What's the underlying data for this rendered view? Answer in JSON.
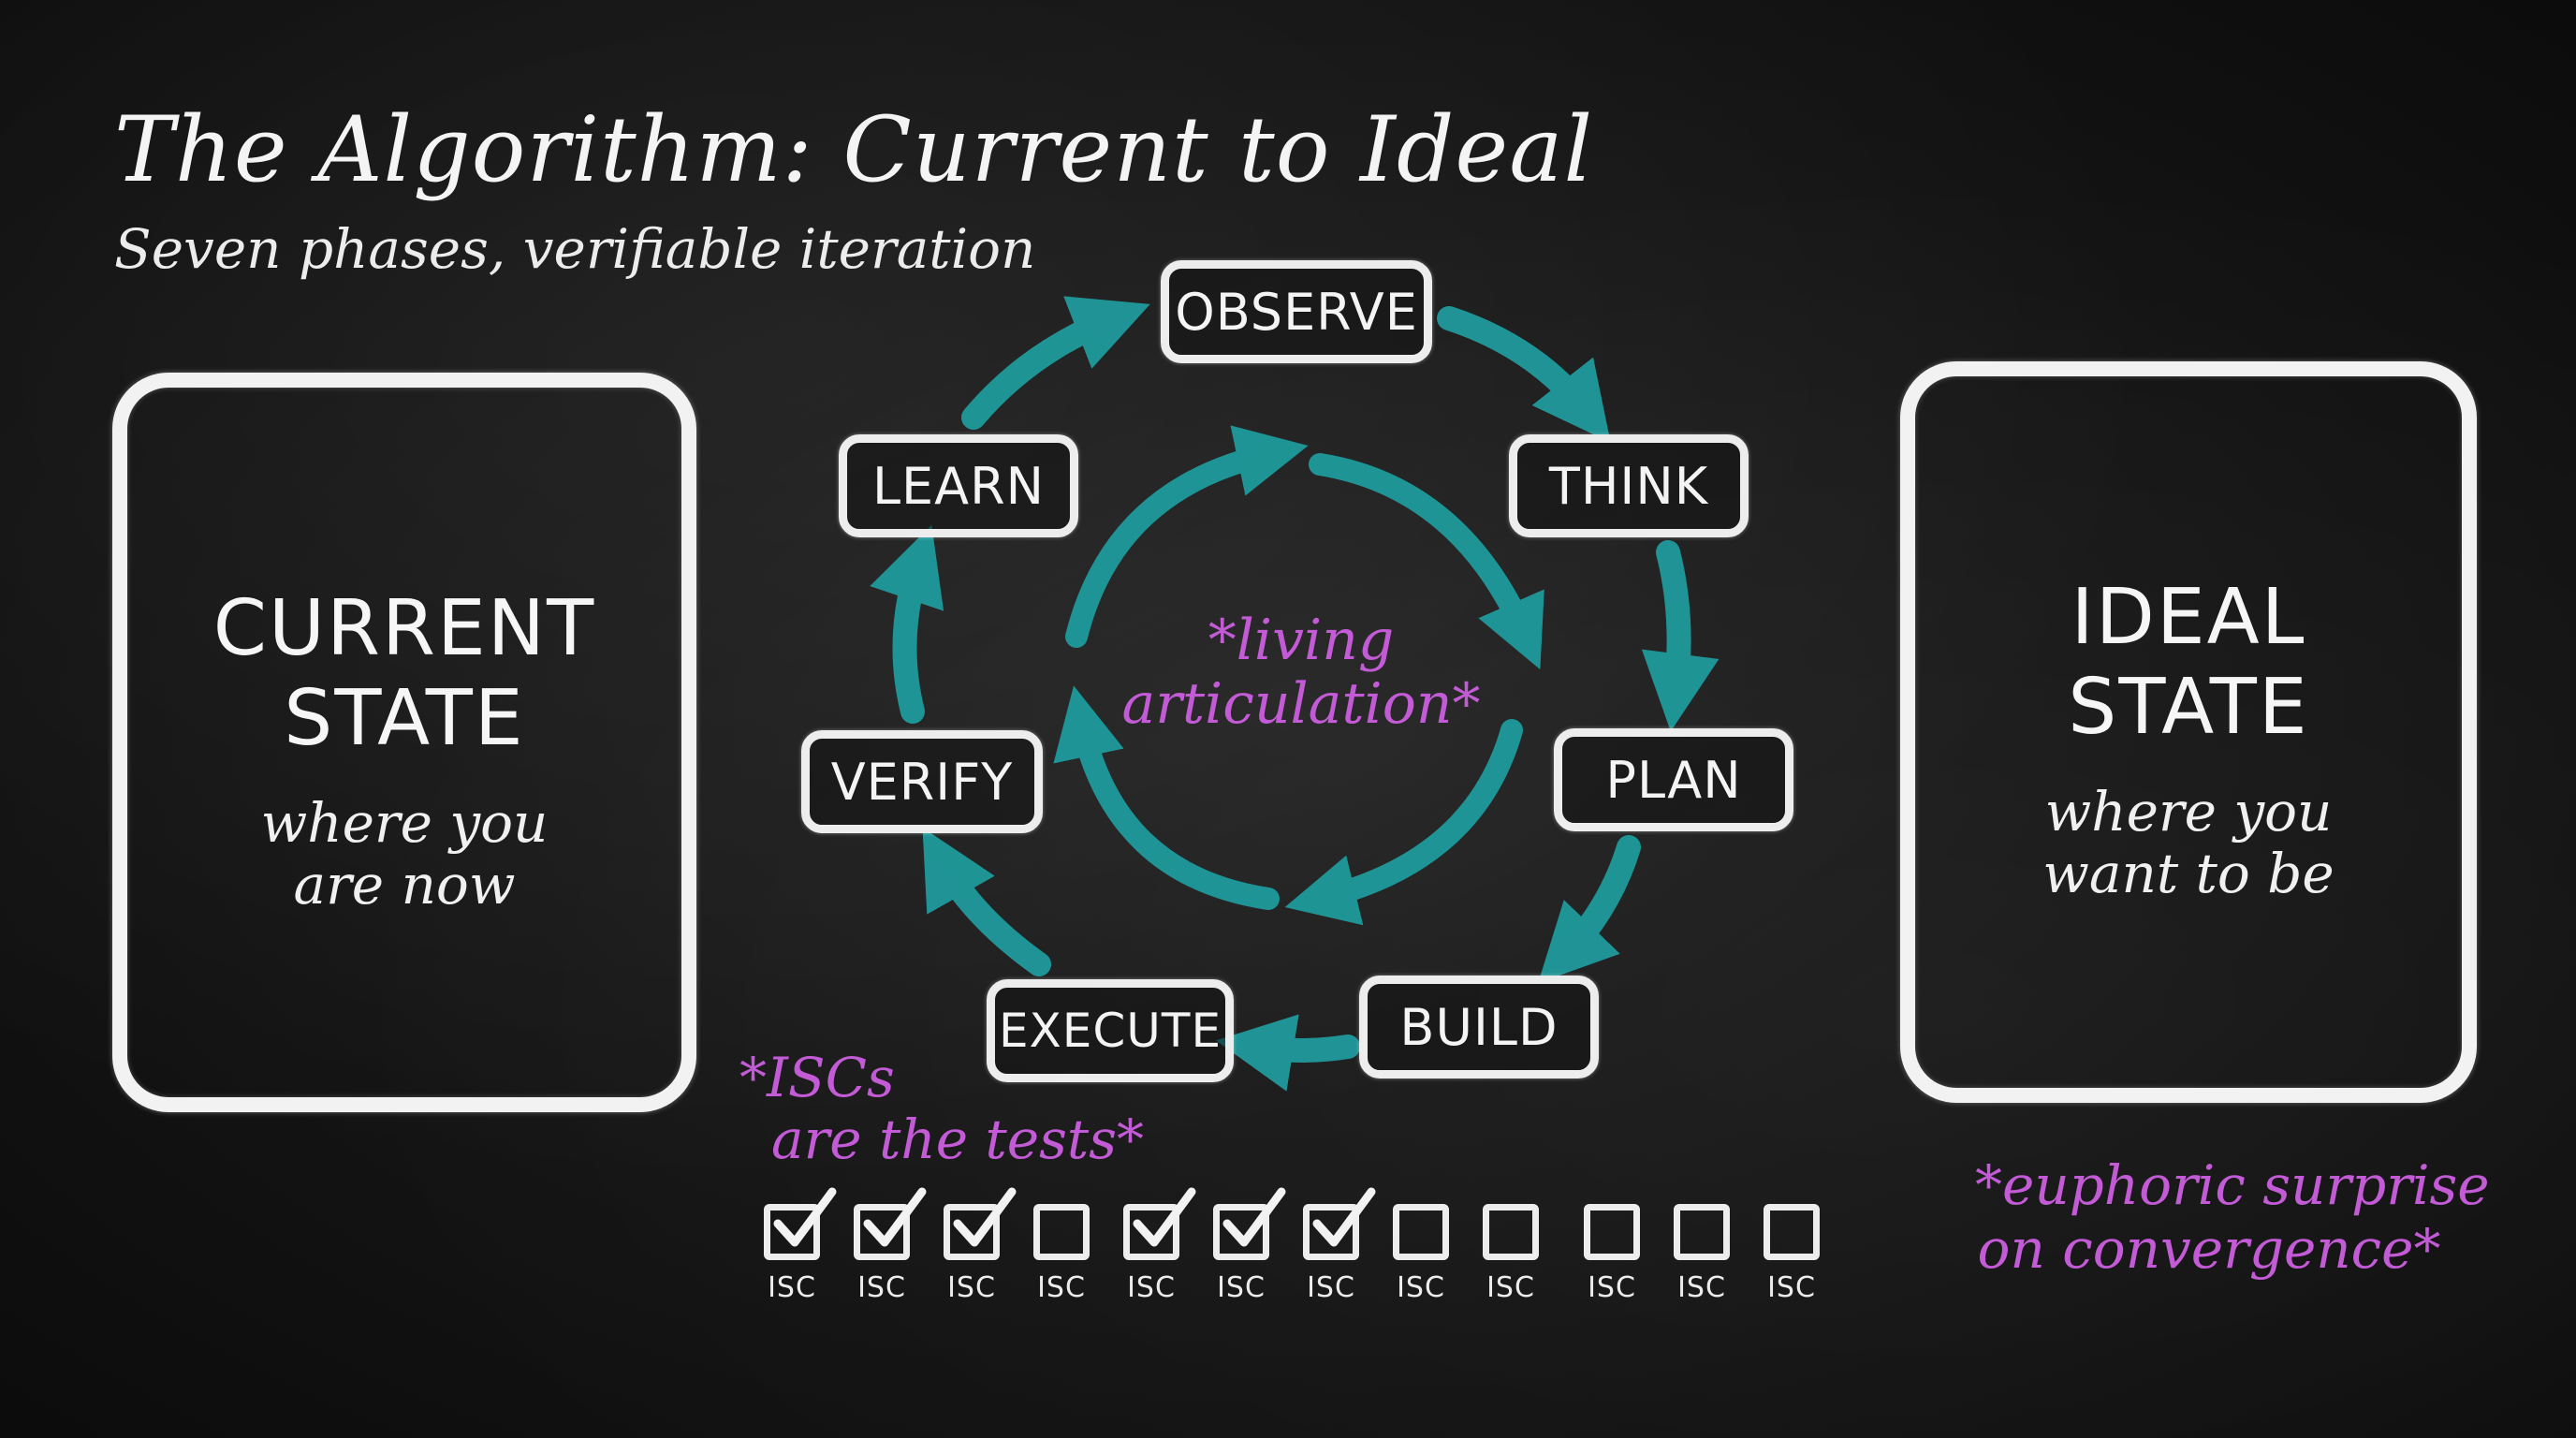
{
  "title": "The Algorithm: Current to Ideal",
  "subtitle": "Seven phases, verifiable iteration",
  "current_state": {
    "title_lines": [
      "CURRENT",
      "STATE"
    ],
    "desc_lines": [
      "where you",
      "are now"
    ]
  },
  "ideal_state": {
    "title_lines": [
      "IDEAL",
      "STATE"
    ],
    "desc_lines": [
      "where you",
      "want to be"
    ]
  },
  "phases": [
    "OBSERVE",
    "THINK",
    "PLAN",
    "BUILD",
    "EXECUTE",
    "VERIFY",
    "LEARN"
  ],
  "notes": {
    "living_articulation": [
      "*living",
      "articulation*"
    ],
    "iscs_tests": [
      "*ISCs",
      "are the tests*"
    ],
    "euphoric": [
      "*euphoric surprise",
      "on convergence*"
    ]
  },
  "isc_label": "ISC",
  "isc_checks": [
    true,
    true,
    true,
    false,
    true,
    true,
    true,
    false,
    false,
    false,
    false,
    false
  ],
  "colors": {
    "background": "#1b1b1b",
    "chalk": "#f2f2f2",
    "arrow_teal": "#1f9a9c",
    "accent_magenta": "#c35bd6"
  }
}
